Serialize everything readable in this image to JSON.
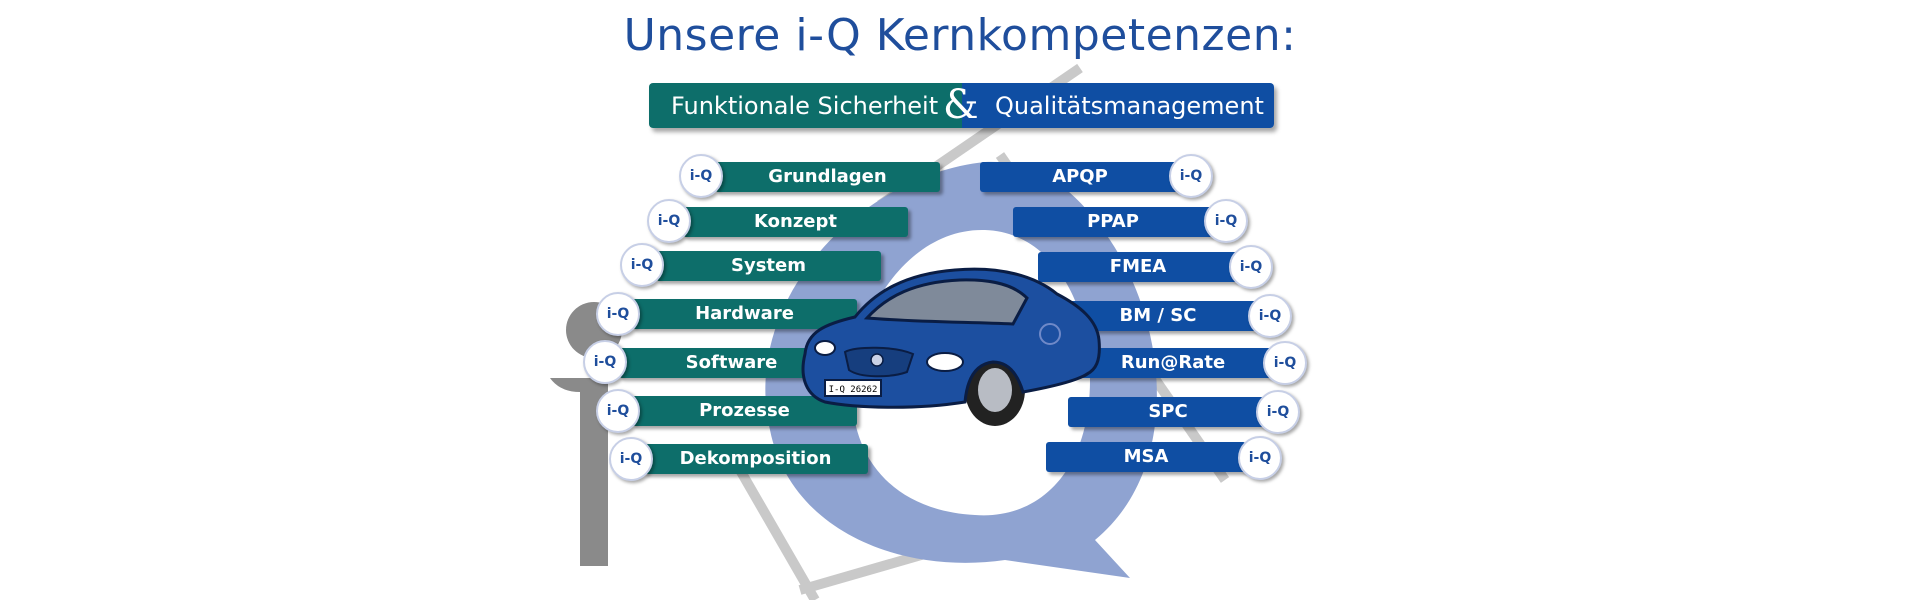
{
  "title": "Unsere i-Q Kernkompetenzen:",
  "banner": {
    "left_label": "Funktionale Sicherheit",
    "ampersand": "&",
    "right_label": "Qualitätsmanagement"
  },
  "left_items": [
    {
      "label": "Grundlagen"
    },
    {
      "label": "Konzept"
    },
    {
      "label": "System"
    },
    {
      "label": "Hardware"
    },
    {
      "label": "Software"
    },
    {
      "label": "Prozesse"
    },
    {
      "label": "Dekomposition"
    }
  ],
  "right_items": [
    {
      "label": "APQP"
    },
    {
      "label": "PPAP"
    },
    {
      "label": "FMEA"
    },
    {
      "label": "BM / SC"
    },
    {
      "label": "Run@Rate"
    },
    {
      "label": "SPC"
    },
    {
      "label": "MSA"
    }
  ],
  "badge_text": "i-Q",
  "license_plate": "I-Q 26262",
  "colors": {
    "title": "#1f4e9c",
    "teal": "#0d6e6a",
    "blue": "#0f4ea3",
    "logo_blue": "#8fa3d1",
    "logo_gray": "#8a8a8a",
    "car_body": "#1c4fa0"
  },
  "icons": [
    "iq-logo-background",
    "iq-badge-icon",
    "car-illustration"
  ]
}
